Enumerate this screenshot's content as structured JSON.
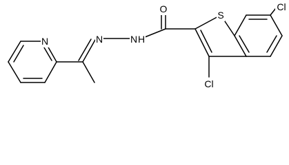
{
  "molecule": {
    "atoms": {
      "thiophene_sulfur": "S",
      "carbonyl_oxygen": "O",
      "chloro_benzo": "Cl",
      "chloro_thiophene": "Cl",
      "imine_nitrogen": "N",
      "hydrazide_nitrogen": "N",
      "hydrazide_nh": "H",
      "pyridine_nitrogen": "N"
    },
    "colors": {
      "bond": "#000000",
      "label": "#000000",
      "background": "#ffffff"
    }
  }
}
